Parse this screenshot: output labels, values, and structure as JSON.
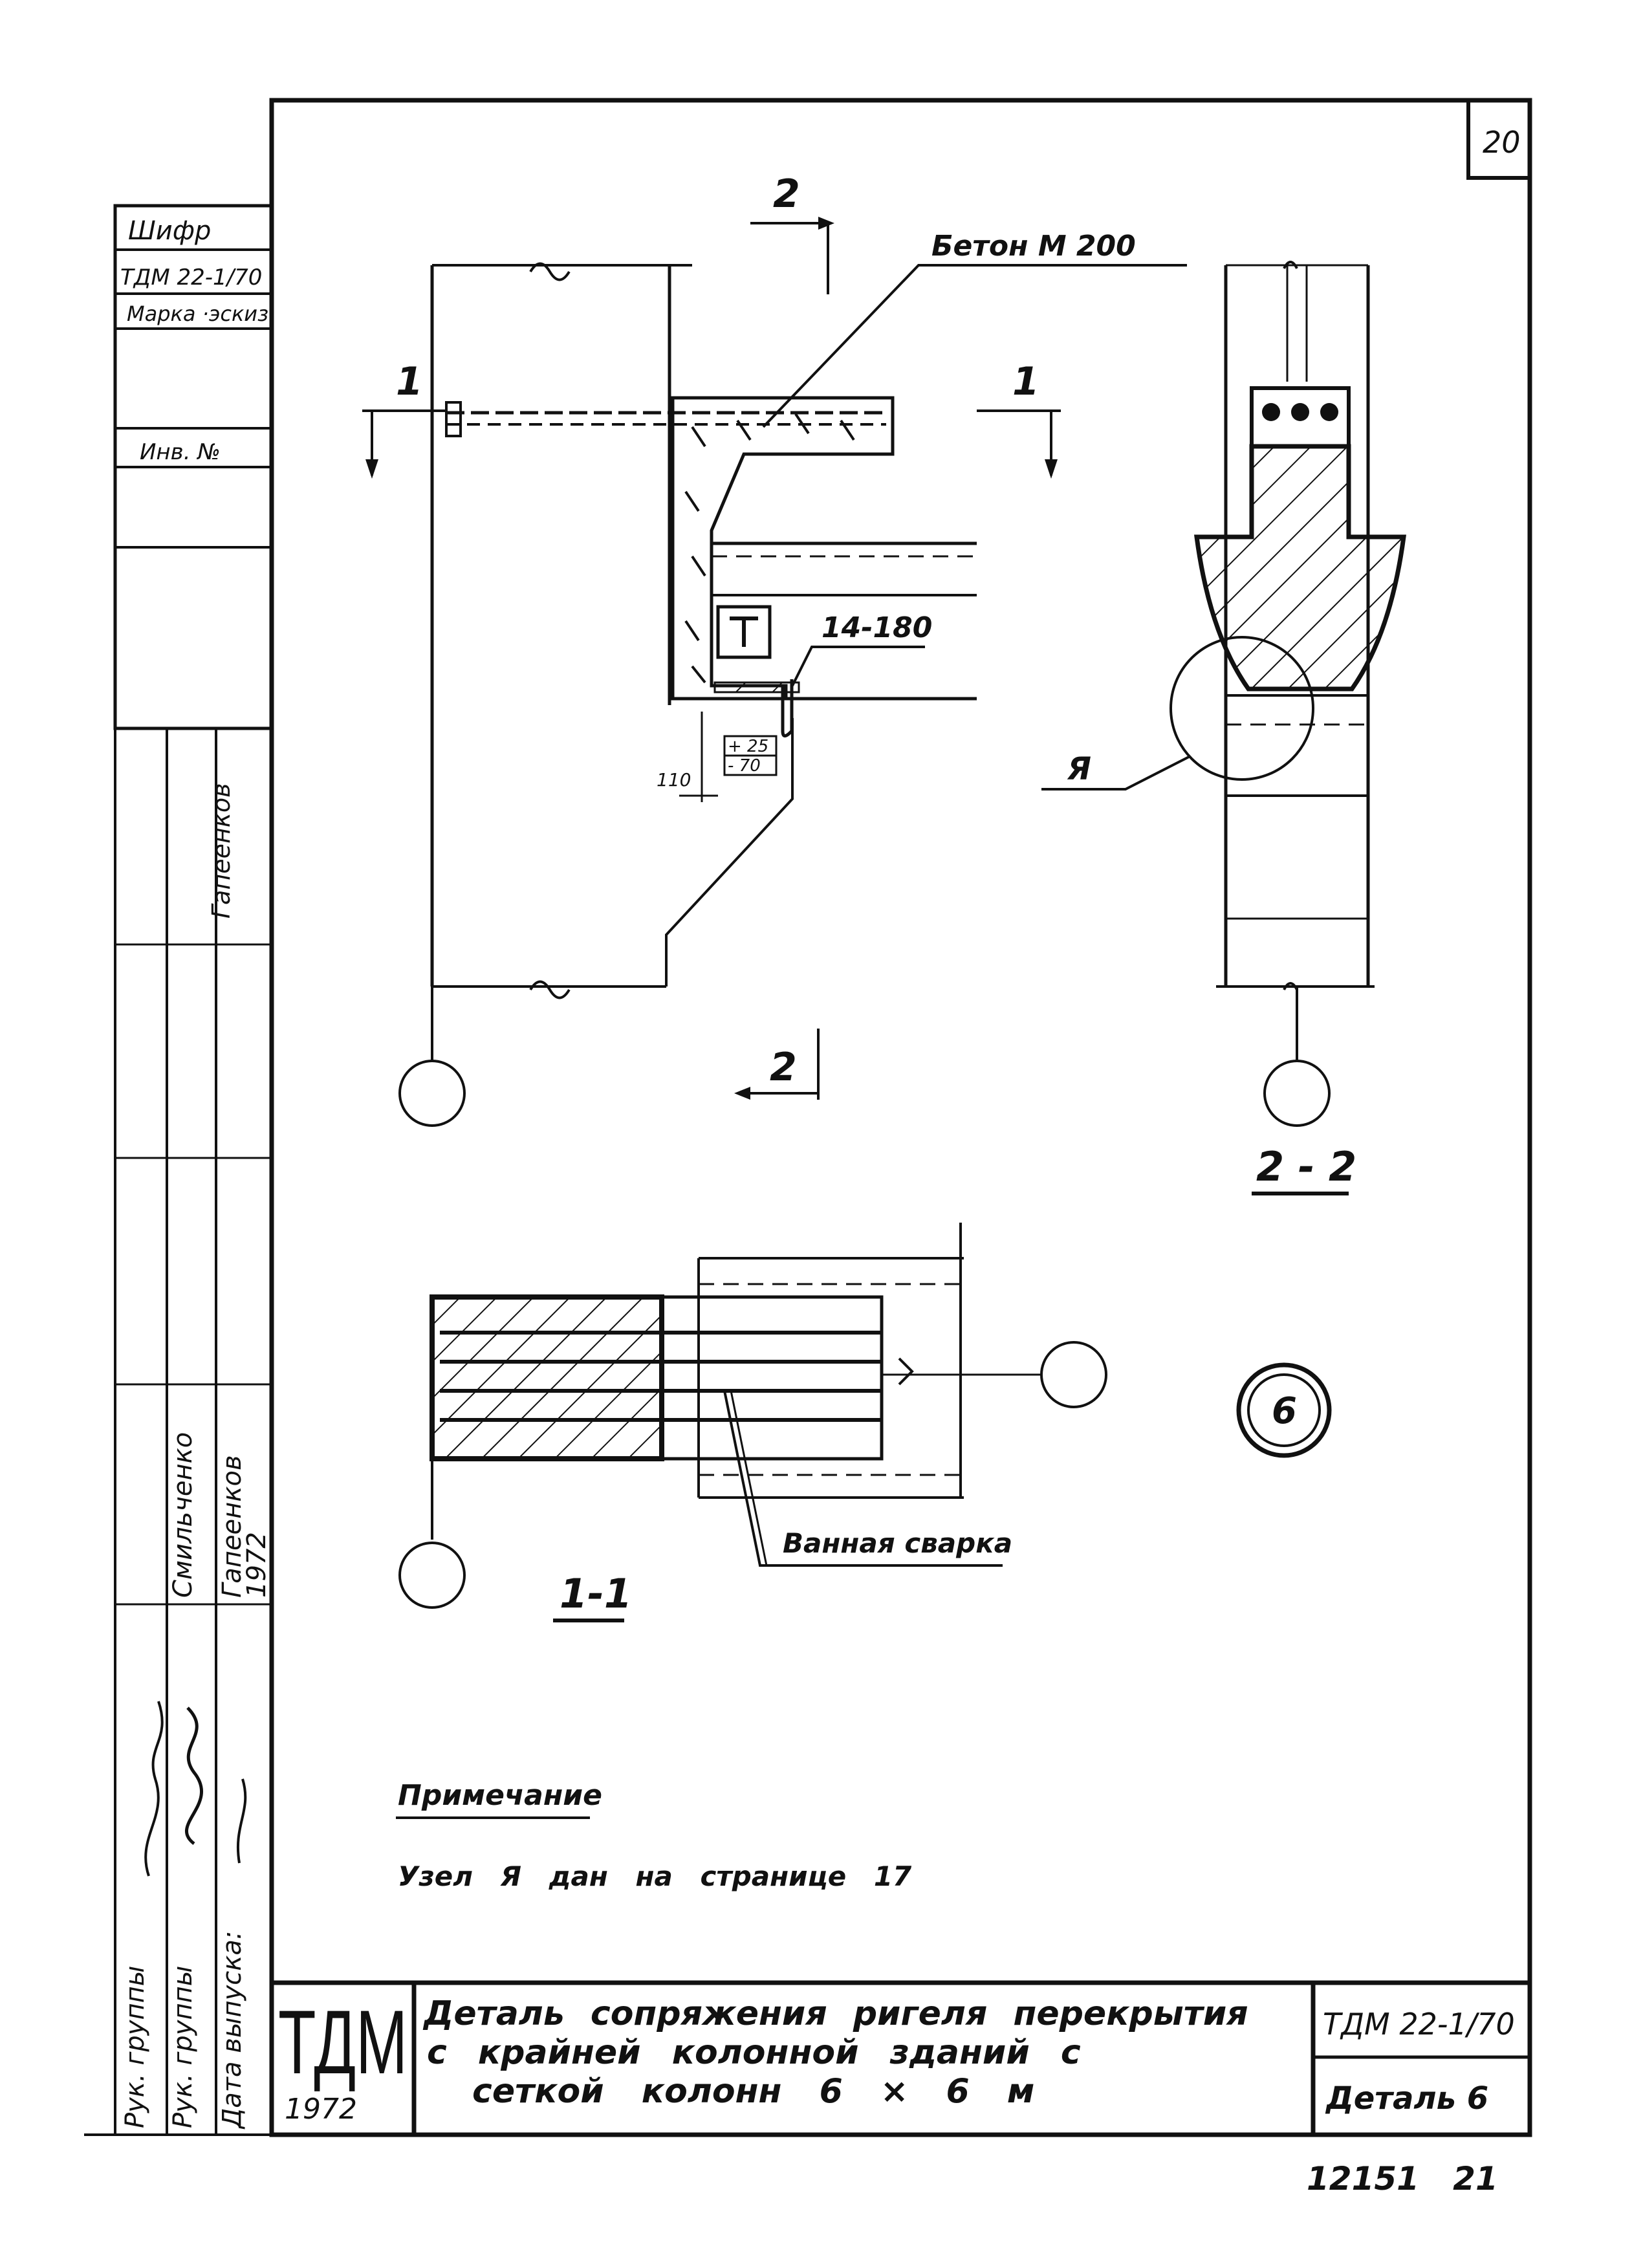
{
  "sheet": {
    "page_number": "20",
    "print_number": "12151   21"
  },
  "side_stamp": {
    "cipher_label": "Шифр",
    "cipher_value": "ТДМ 22-1/70",
    "brand_label": "Марка ·эскиз",
    "inv_label": "Инв. №",
    "roles": [
      "Рук. группы",
      "Рук. группы",
      "Дата выпуска:"
    ],
    "names": [
      "Смильченко",
      "Гапеенков",
      "1972"
    ],
    "vertical_name_top": "Гапеенков"
  },
  "drawing": {
    "concrete_label": "Бетон М 200",
    "rebar_label": "14-180",
    "dim_110": "110",
    "level_up": "+ 25",
    "level_down": "- 70",
    "section_1": "1",
    "section_2": "2",
    "node_label": "Я",
    "view_2_2": "2 - 2",
    "view_1_1": "1-1",
    "weld_label": "Ванная сварка",
    "detail_number": "6"
  },
  "note": {
    "heading": "Примечание",
    "text": "Узел Я дан на странице 17"
  },
  "title_block": {
    "logo": "ТДМ",
    "year": "1972",
    "title_line1": "Деталь сопряжения ригеля перекрытия",
    "title_line2": "с крайней колонной зданий с",
    "title_line3": "сеткой колонн 6 × 6 м",
    "code": "ТДМ 22-1/70",
    "detail": "Деталь 6"
  }
}
